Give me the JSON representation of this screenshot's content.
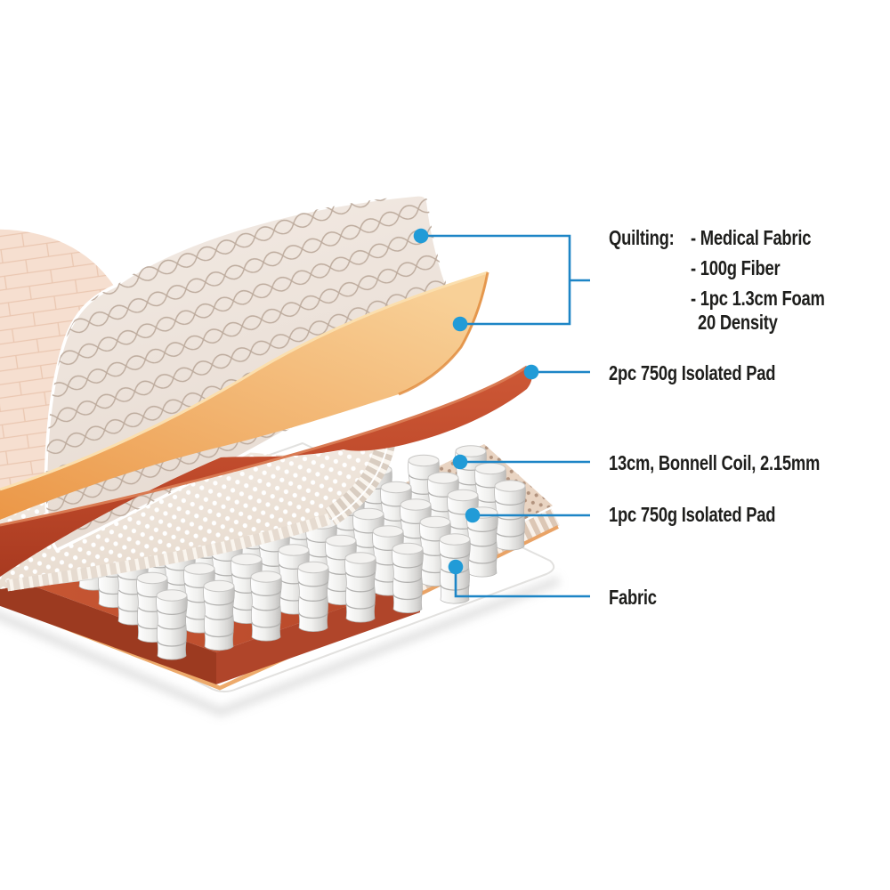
{
  "callouts": {
    "quilting": {
      "title": "Quilting:",
      "items": [
        "- Medical Fabric",
        "- 100g Fiber",
        "- 1pc 1.3cm Foam",
        "20 Density"
      ]
    },
    "pad2pc": {
      "label": "2pc 750g Isolated Pad"
    },
    "coil": {
      "label": "13cm, Bonnell Coil, 2.15mm"
    },
    "pad1pc": {
      "label": "1pc 750g Isolated Pad"
    },
    "fabric": {
      "label": "Fabric"
    }
  },
  "colors": {
    "leader_line": "#1d85c6",
    "leader_dot": "#219bd7",
    "label_text": "#1e1e1c",
    "quilt_cream": "#efe6de",
    "quilt_pink": "#f6dfd0",
    "foam_orange": "#f0a95e",
    "pad_red": "#bf4a2b",
    "slab_terracotta": "#bc4c2c",
    "pad_beige": "#e9d4c2",
    "coil_white": "#e9e8e6",
    "base_white": "#ffffff",
    "trim_orange": "#edaa6b"
  }
}
